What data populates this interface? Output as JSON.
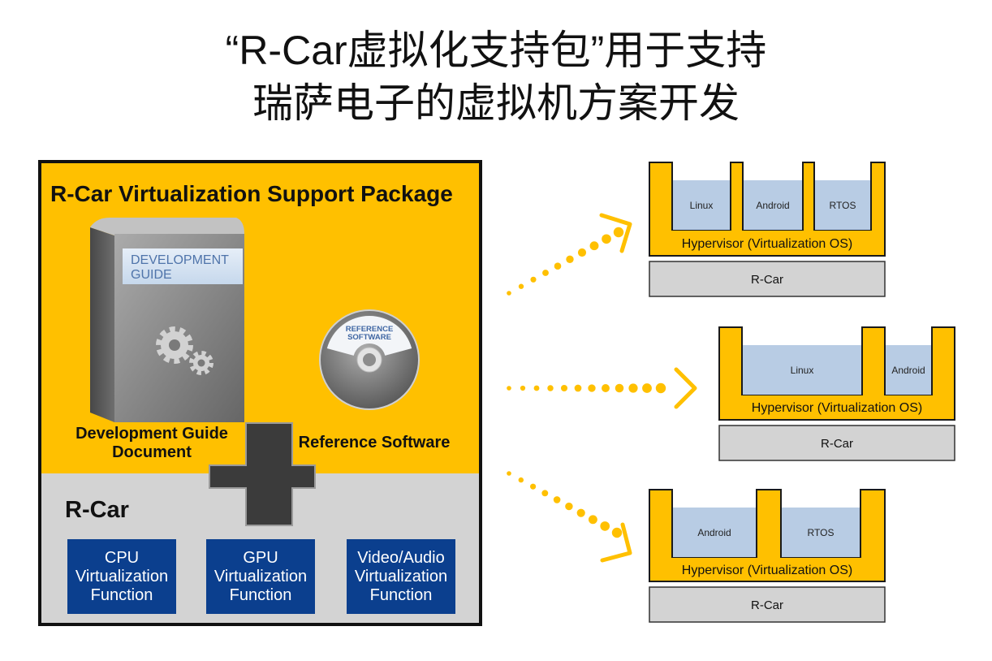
{
  "title": {
    "line1": "“R-Car虚拟化支持包”用于支持",
    "line2": "瑞萨电子的虚拟机方案开发"
  },
  "package": {
    "title": "R-Car Virtualization Support Package",
    "book": {
      "icon": "development-guide-book-icon",
      "cover_line1": "DEVELOPMENT",
      "cover_line2": "GUIDE",
      "caption": "Development Guide Document"
    },
    "disc": {
      "icon": "reference-software-disc-icon",
      "label_line1": "REFERENCE",
      "label_line2": "SOFTWARE",
      "caption": "Reference Software"
    },
    "combine_icon": "plus-icon",
    "rcar": {
      "title": "R-Car",
      "functions": [
        "CPU Virtualization Function",
        "GPU Virtualization Function",
        "Video/Audio Virtualization Function"
      ]
    }
  },
  "arrow_icon": "dotted-arrow-icon",
  "configurations": [
    {
      "guests": [
        "Linux",
        "Android",
        "RTOS"
      ],
      "hypervisor": "Hypervisor (Virtualization OS)",
      "hardware": "R-Car"
    },
    {
      "guests": [
        "Linux",
        "Android"
      ],
      "hypervisor": "Hypervisor (Virtualization OS)",
      "hardware": "R-Car"
    },
    {
      "guests": [
        "Android",
        "RTOS"
      ],
      "hypervisor": "Hypervisor (Virtualization OS)",
      "hardware": "R-Car"
    }
  ],
  "colors": {
    "accent_yellow": "#FFC000",
    "panel_gray": "#D3D3D3",
    "function_blue": "#0B3F8E",
    "guest_os_blue": "#B8CCE4",
    "plus_dark": "#3B3B3B",
    "outline_black": "#111111"
  }
}
